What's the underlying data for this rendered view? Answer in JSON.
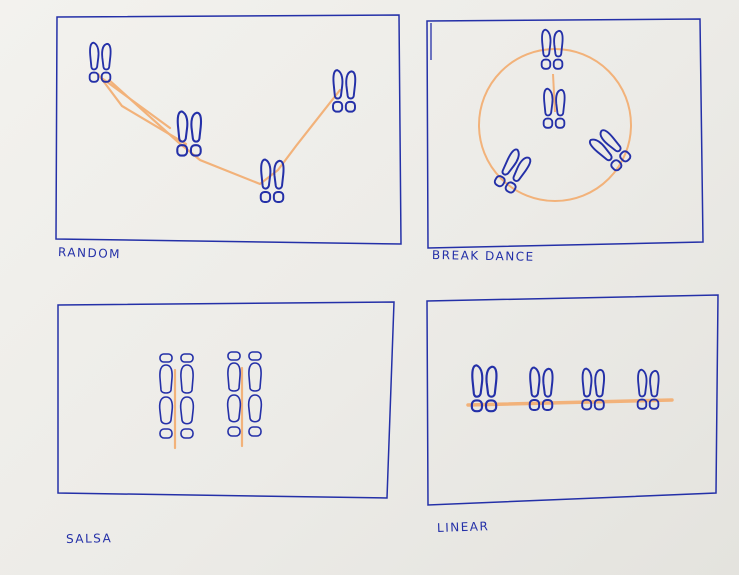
{
  "colors": {
    "ink": "#2430a8",
    "trail": "#f2b27a",
    "paper": "#efeeea"
  },
  "panels": [
    {
      "id": "random",
      "label": "RANDOM"
    },
    {
      "id": "break-dance",
      "label": "BREAK DANCE"
    },
    {
      "id": "salsa",
      "label": "SALSA"
    },
    {
      "id": "linear",
      "label": "LINEAR"
    }
  ]
}
